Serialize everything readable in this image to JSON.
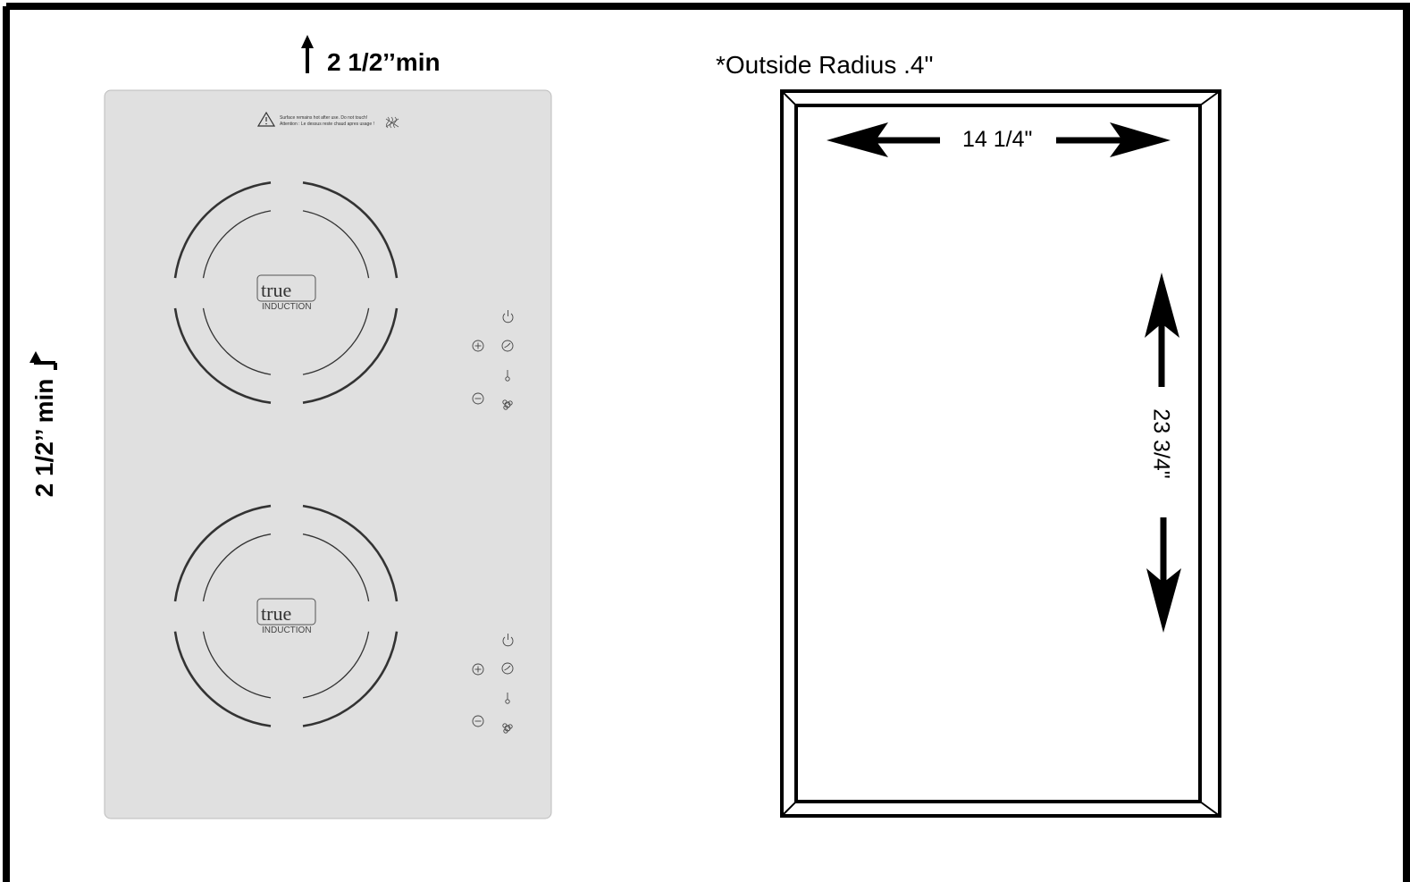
{
  "top_clearance": {
    "label": "2 1/2’’min"
  },
  "left_clearance": {
    "label": "2 1/2’’ min"
  },
  "radius_note": "*Outside Radius .4\"",
  "cooktop": {
    "warning_line1": "Surface remains hot after use. Do not touch!",
    "warning_line2": "Attention : Le dessus reste chaud apres usage !",
    "burners": [
      {
        "brand": "true",
        "subbrand": "INDUCTION"
      },
      {
        "brand": "true",
        "subbrand": "INDUCTION"
      }
    ]
  },
  "cutout": {
    "width_label": "14 1/4\"",
    "height_label": "23  3/4\""
  },
  "colors": {
    "glass": "#e0e0e0",
    "line": "#000000",
    "burner": "#333333"
  }
}
